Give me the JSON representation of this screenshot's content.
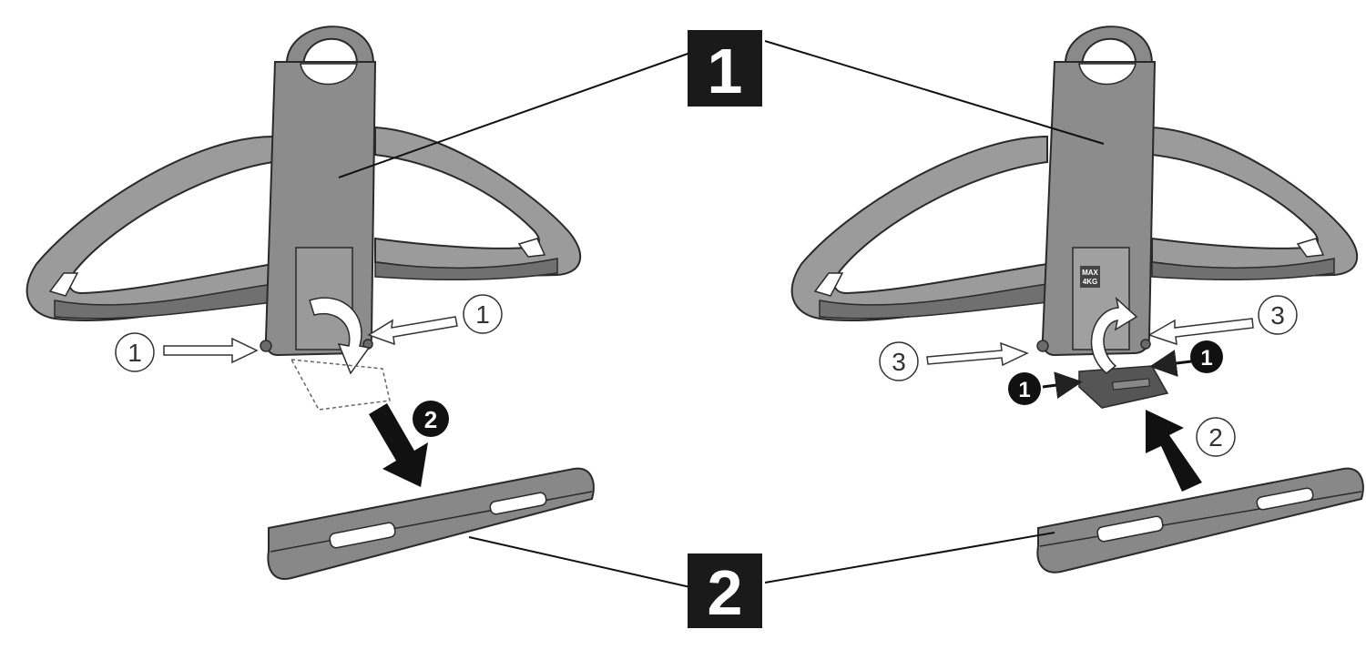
{
  "callouts": {
    "part_1": "1",
    "part_2": "2"
  },
  "left_panel": {
    "press_marker_left": "1",
    "press_marker_right": "1",
    "detach_step": "2"
  },
  "right_panel": {
    "press_marker_left": "3",
    "press_marker_right": "3",
    "clip_marker_left": "1",
    "clip_marker_right": "1",
    "attach_step": "2",
    "clip_label_line1": "MAX",
    "clip_label_line2": "4KG"
  },
  "colors": {
    "hanger_frame": "#9b9b9b",
    "hanger_inner": "#7d7d7d",
    "hook": "#8a8a8a",
    "plate": "#8c8c8c",
    "bar": "#888888",
    "callout_box": "#1a1a1a",
    "outline": "#2a2a2a"
  }
}
